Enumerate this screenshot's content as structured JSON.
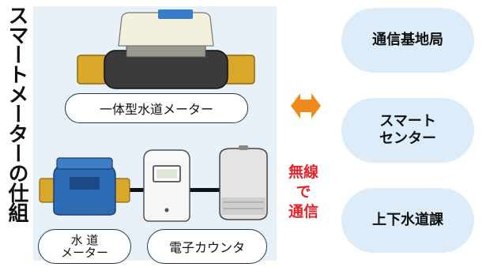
{
  "title": "スマートメーターの仕組",
  "meters": {
    "integrated_label": "一体型水道メーター",
    "water_meter_label_line1": "水 道",
    "water_meter_label_line2": "メーター",
    "counter_label": "電子カウンタ"
  },
  "wireless_label": {
    "line1": "無線",
    "line2": "で",
    "line3": "通信"
  },
  "destinations": [
    {
      "line1": "通信基地局",
      "line2": ""
    },
    {
      "line1": "スマート",
      "line2": "センター"
    },
    {
      "line1": "上下水道課",
      "line2": ""
    }
  ],
  "colors": {
    "panel": "#e8f1f8",
    "bubble": "#dcecf8",
    "arrow": "#f08a1c",
    "wireless_text": "#e0262c",
    "meter_blue": "#2e6bb5",
    "brass": "#d9a82a"
  }
}
